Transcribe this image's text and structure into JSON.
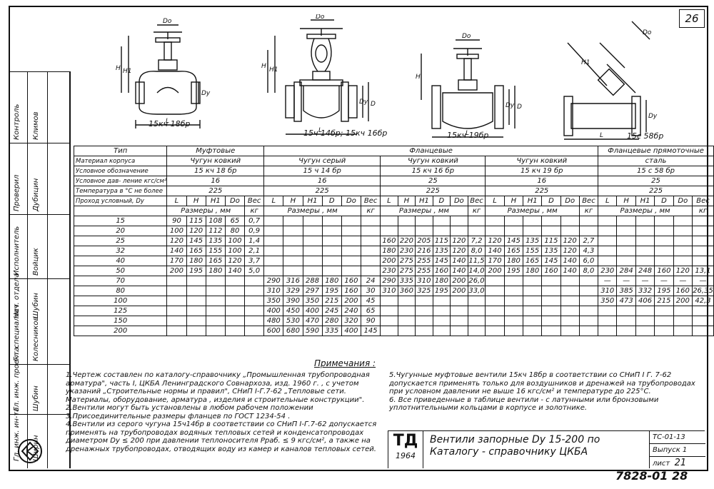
{
  "page_number": "26",
  "drawing_captions": [
    "15кч 18бр",
    "15ч 14бр; 15кч 16бр",
    "15кч 19бр",
    "15с 58бр"
  ],
  "dim_labels": {
    "do": "Dо",
    "h": "H",
    "h1": "H1",
    "dy": "Dу",
    "d": "D",
    "l": "L"
  },
  "sidebar": {
    "roles": [
      "Гл. инж. ин-та",
      "Гл. инж. проекта",
      "Гл. специалист",
      "Нач. отдела",
      "Исполнитель",
      "Проверил",
      "Контроль"
    ],
    "names": [
      "Ширин",
      "Шубин",
      "Колесников",
      "Шубин",
      "Войцик",
      "Дубицин",
      "Климов"
    ]
  },
  "table": {
    "header_type": "Тип",
    "group_muft": "Муфтовые",
    "group_flanc": "Фланцевые",
    "group_pryam": "Фланцевые прямоточные",
    "row_labels": {
      "material": "Материал корпуса",
      "designation": "Условное обозначение",
      "pressure": "Условное дав- ление кгс/см²",
      "temperature": "Температура в °С не более",
      "dy": "Проход условный, Dу"
    },
    "materials": [
      "Чугун ковкий",
      "Чугун серый",
      "Чугун ковкий",
      "Чугун ковкий",
      "сталь"
    ],
    "designations": [
      "15 кч 18 бр",
      "15 ч 14 бр",
      "15 кч 16 бр",
      "15 кч 19 бр",
      "15 с 58 бр"
    ],
    "pressures": [
      "16",
      "16",
      "25",
      "16",
      "25"
    ],
    "temperatures": [
      "225",
      "225",
      "225",
      "225",
      "225"
    ],
    "col_heads_a": [
      "L",
      "H",
      "H1",
      "Dо",
      "Вес"
    ],
    "col_heads_b": [
      "L",
      "H",
      "H1",
      "D",
      "Dо",
      "Вес"
    ],
    "sizes_label": "Размеры , мм",
    "unit_kg": "кг",
    "rows": [
      {
        "dy": "15",
        "a": [
          "90",
          "115",
          "108",
          "65",
          "0,7"
        ],
        "b": [
          "",
          "",
          "",
          "",
          "",
          ""
        ],
        "c": [
          "",
          "",
          "",
          "",
          "",
          ""
        ],
        "d": [
          "",
          "",
          "",
          "",
          "",
          ""
        ],
        "e": [
          "",
          "",
          "",
          "",
          "",
          ""
        ]
      },
      {
        "dy": "20",
        "a": [
          "100",
          "120",
          "112",
          "80",
          "0,9"
        ],
        "b": [
          "",
          "",
          "",
          "",
          "",
          ""
        ],
        "c": [
          "",
          "",
          "",
          "",
          "",
          ""
        ],
        "d": [
          "",
          "",
          "",
          "",
          "",
          ""
        ],
        "e": [
          "",
          "",
          "",
          "",
          "",
          ""
        ]
      },
      {
        "dy": "25",
        "a": [
          "120",
          "145",
          "135",
          "100",
          "1,4"
        ],
        "b": [
          "",
          "",
          "",
          "",
          "",
          ""
        ],
        "c": [
          "160",
          "220",
          "205",
          "115",
          "120",
          "7,2"
        ],
        "d": [
          "120",
          "145",
          "135",
          "115",
          "120",
          "2,7"
        ],
        "e": [
          "",
          "",
          "",
          "",
          "",
          ""
        ]
      },
      {
        "dy": "32",
        "a": [
          "140",
          "165",
          "155",
          "100",
          "2,1"
        ],
        "b": [
          "",
          "",
          "",
          "",
          "",
          ""
        ],
        "c": [
          "180",
          "230",
          "216",
          "135",
          "120",
          "8,0"
        ],
        "d": [
          "140",
          "165",
          "155",
          "135",
          "120",
          "4,3"
        ],
        "e": [
          "",
          "",
          "",
          "",
          "",
          ""
        ]
      },
      {
        "dy": "40",
        "a": [
          "170",
          "180",
          "165",
          "120",
          "3,7"
        ],
        "b": [
          "",
          "",
          "",
          "",
          "",
          ""
        ],
        "c": [
          "200",
          "275",
          "255",
          "145",
          "140",
          "11,5"
        ],
        "d": [
          "170",
          "180",
          "165",
          "145",
          "140",
          "6,0"
        ],
        "e": [
          "",
          "",
          "",
          "",
          "",
          ""
        ]
      },
      {
        "dy": "50",
        "a": [
          "200",
          "195",
          "180",
          "140",
          "5,0"
        ],
        "b": [
          "",
          "",
          "",
          "",
          "",
          ""
        ],
        "c": [
          "230",
          "275",
          "255",
          "160",
          "140",
          "14,0"
        ],
        "d": [
          "200",
          "195",
          "180",
          "160",
          "140",
          "8,0"
        ],
        "e": [
          "230",
          "284",
          "248",
          "160",
          "120",
          "13,1"
        ]
      },
      {
        "dy": "70",
        "a": [
          "",
          "",
          "",
          "",
          ""
        ],
        "b": [
          "290",
          "316",
          "288",
          "180",
          "160",
          "24"
        ],
        "c": [
          "290",
          "335",
          "310",
          "180",
          "200",
          "26,0"
        ],
        "d": [
          "",
          "",
          "",
          "",
          "",
          ""
        ],
        "e": [
          "—",
          "—",
          "—",
          "—",
          "—",
          "—"
        ]
      },
      {
        "dy": "80",
        "a": [
          "",
          "",
          "",
          "",
          ""
        ],
        "b": [
          "310",
          "329",
          "297",
          "195",
          "160",
          "30"
        ],
        "c": [
          "310",
          "360",
          "325",
          "195",
          "200",
          "33,0"
        ],
        "d": [
          "",
          "",
          "",
          "",
          "",
          ""
        ],
        "e": [
          "310",
          "385",
          "332",
          "195",
          "160",
          "26,35"
        ]
      },
      {
        "dy": "100",
        "a": [
          "",
          "",
          "",
          "",
          ""
        ],
        "b": [
          "350",
          "390",
          "350",
          "215",
          "200",
          "45"
        ],
        "c": [
          "",
          "",
          "",
          "",
          "",
          ""
        ],
        "d": [
          "",
          "",
          "",
          "",
          "",
          ""
        ],
        "e": [
          "350",
          "473",
          "406",
          "215",
          "200",
          "42,3"
        ]
      },
      {
        "dy": "125",
        "a": [
          "",
          "",
          "",
          "",
          ""
        ],
        "b": [
          "400",
          "450",
          "400",
          "245",
          "240",
          "65"
        ],
        "c": [
          "",
          "",
          "",
          "",
          "",
          ""
        ],
        "d": [
          "",
          "",
          "",
          "",
          "",
          ""
        ],
        "e": [
          "",
          "",
          "",
          "",
          "",
          ""
        ]
      },
      {
        "dy": "150",
        "a": [
          "",
          "",
          "",
          "",
          ""
        ],
        "b": [
          "480",
          "530",
          "470",
          "280",
          "320",
          "90"
        ],
        "c": [
          "",
          "",
          "",
          "",
          "",
          ""
        ],
        "d": [
          "",
          "",
          "",
          "",
          "",
          ""
        ],
        "e": [
          "",
          "",
          "",
          "",
          "",
          ""
        ]
      },
      {
        "dy": "200",
        "a": [
          "",
          "",
          "",
          "",
          ""
        ],
        "b": [
          "600",
          "680",
          "590",
          "335",
          "400",
          "145"
        ],
        "c": [
          "",
          "",
          "",
          "",
          "",
          ""
        ],
        "d": [
          "",
          "",
          "",
          "",
          "",
          ""
        ],
        "e": [
          "",
          "",
          "",
          "",
          "",
          ""
        ]
      }
    ]
  },
  "notes_title": "Примечания :",
  "notes_left": [
    "1.Чертеж составлен по каталогу-справочнику „Промышленная трубопроводная арматура\", часть I, ЦКБА Ленинградского Совнархоза, изд. 1960 г. , с учетом указаний „Строительные нормы и правил\", СНиП I-Г.7-62 „Тепловые сети. Материалы, оборудование, арматура , изделия и строительные конструкции\".",
    "2.Вентили могут быть установлены в любом рабочем положении",
    "3.Присоединительные размеры фланцев по ГОСТ 1234-54 .",
    "4.Вентили из серого чугуна 15ч14бр в соответствии со СНиП I-Г.7-62 допускается применять на трубопроводах водяных тепловых сетей и конденсатопроводах диаметром Dу ≤ 200 при давлении теплоносителя Pраб. ≤ 9 кгс/см², а также на дренажных трубопроводах, отводящих воду из камер и каналов тепловых сетей."
  ],
  "notes_right": [
    "5.Чугунные муфтовые вентили 15кч 18бр в соответствии со СНиП I Г. 7-62 допускается применять только для воздушников и дренажей на трубопроводах при условном давлении не выше 16 кгс/см² и температуре до 225°С.",
    "6. Все приведенные в таблице вентили - с латунными или бронзовыми уплотнительными кольцами в корпусе и золотнике."
  ],
  "stamp": {
    "logo": "ТД",
    "year": "1964",
    "title_line1": "Вентили запорные Dу 15-200 по",
    "title_line2": "Каталогу - справочнику ЦКБА",
    "code": "ТС-01-13",
    "issue": "Выпуск 1",
    "sheet_label": "лист",
    "sheet": "21"
  },
  "bottom_code": "7828-01  28"
}
